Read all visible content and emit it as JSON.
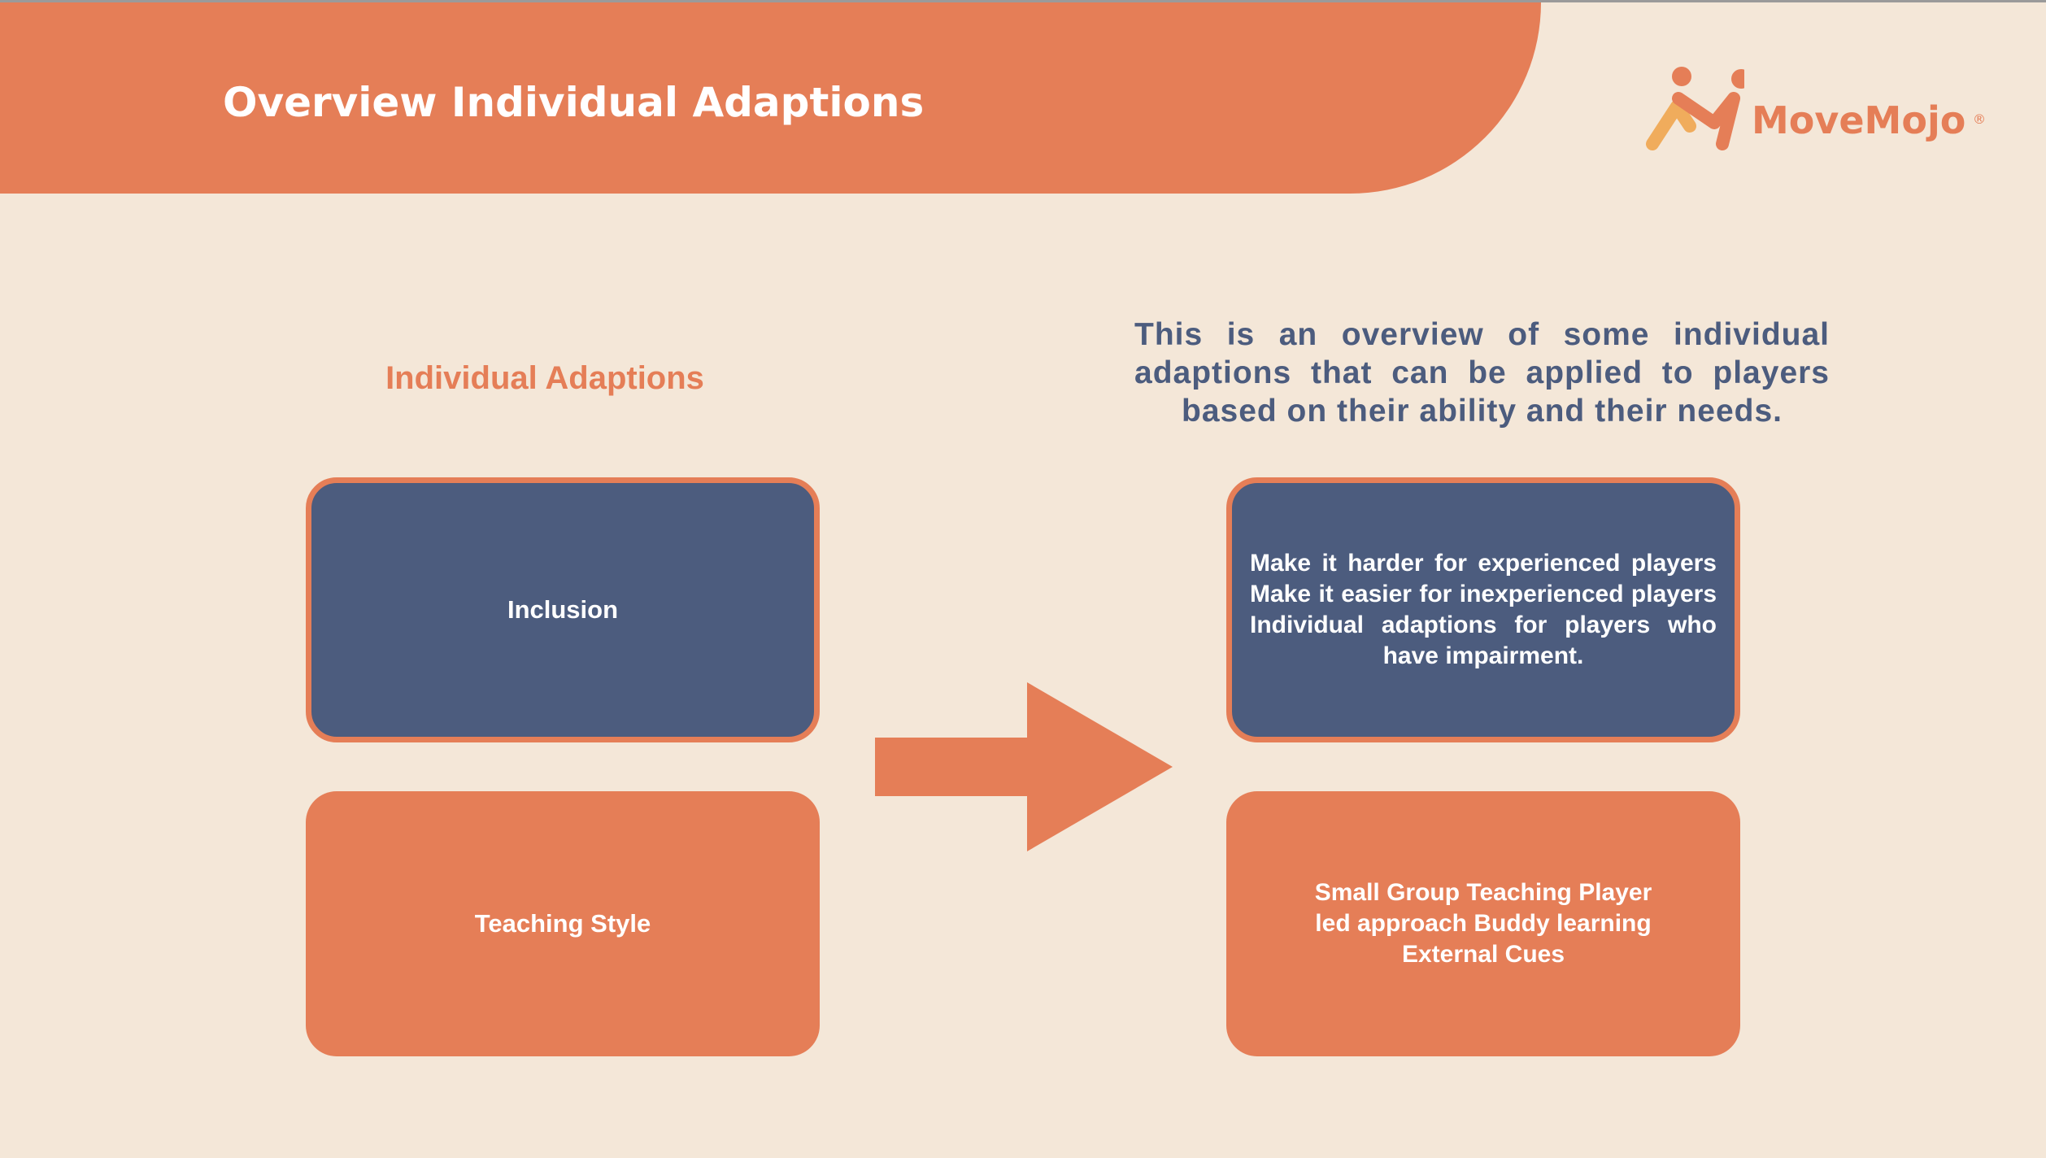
{
  "header": {
    "title": "Overview Individual Adaptions"
  },
  "logo": {
    "name": "MoveMojo",
    "registered_mark": "®"
  },
  "left_column": {
    "heading": "Individual Adaptions",
    "boxes": [
      {
        "label": "Inclusion"
      },
      {
        "label": "Teaching Style"
      }
    ]
  },
  "right_column": {
    "description": "This is an overview of some individual adaptions that can be applied to players based on their ability and their needs.",
    "boxes": [
      {
        "text": "Make it harder for experienced players Make it easier for inexperienced players Individual adaptions for players who have impairment."
      },
      {
        "text": "Small Group Teaching Player led approach Buddy learning External Cues"
      }
    ]
  },
  "colors": {
    "accent_orange": "#e57e57",
    "slate_blue": "#4c5c7e",
    "background_cream": "#f4e7d8",
    "logo_light_orange": "#f0ac5c"
  },
  "icons": {
    "arrow": "right-arrow-icon",
    "logo_mark": "movemojo-figures-icon"
  }
}
